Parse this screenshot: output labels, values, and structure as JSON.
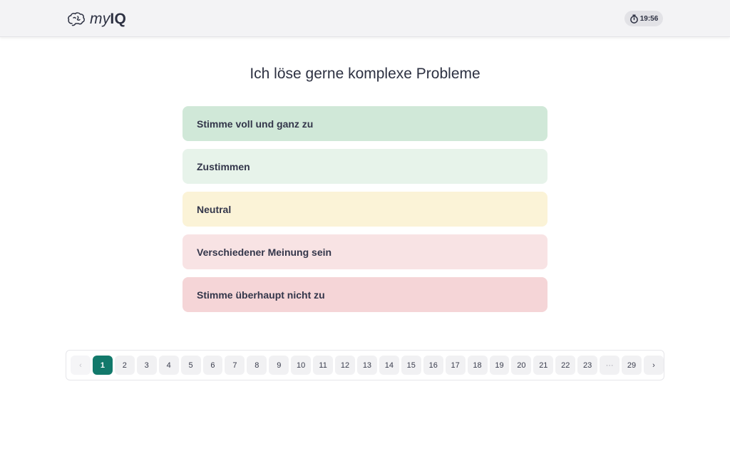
{
  "header": {
    "logo_my": "my",
    "logo_iq": "IQ",
    "timer": "19:56"
  },
  "question": "Ich löse gerne komplexe Probleme",
  "options": [
    {
      "label": "Stimme voll und ganz zu",
      "color": "#d0e8d8"
    },
    {
      "label": "Zustimmen",
      "color": "#e7f3ea"
    },
    {
      "label": "Neutral",
      "color": "#fbf3d7"
    },
    {
      "label": "Verschiedener Meinung sein",
      "color": "#f8e3e4"
    },
    {
      "label": "Stimme überhaupt nicht zu",
      "color": "#f5d5d7"
    }
  ],
  "pagination": {
    "prev": "‹",
    "next": "›",
    "active_page": "1",
    "pages": [
      "1",
      "2",
      "3",
      "4",
      "5",
      "6",
      "7",
      "8",
      "9",
      "10",
      "11",
      "12",
      "13",
      "14",
      "15",
      "16",
      "17",
      "18",
      "19",
      "20",
      "21",
      "22",
      "23",
      "···",
      "29"
    ]
  },
  "colors": {
    "accent": "#12796b",
    "header_bg": "#f3f3f5"
  },
  "icons": {
    "logo": "brain-icon",
    "timer": "stopwatch-icon",
    "prev": "chevron-left-icon",
    "next": "chevron-right-icon"
  }
}
